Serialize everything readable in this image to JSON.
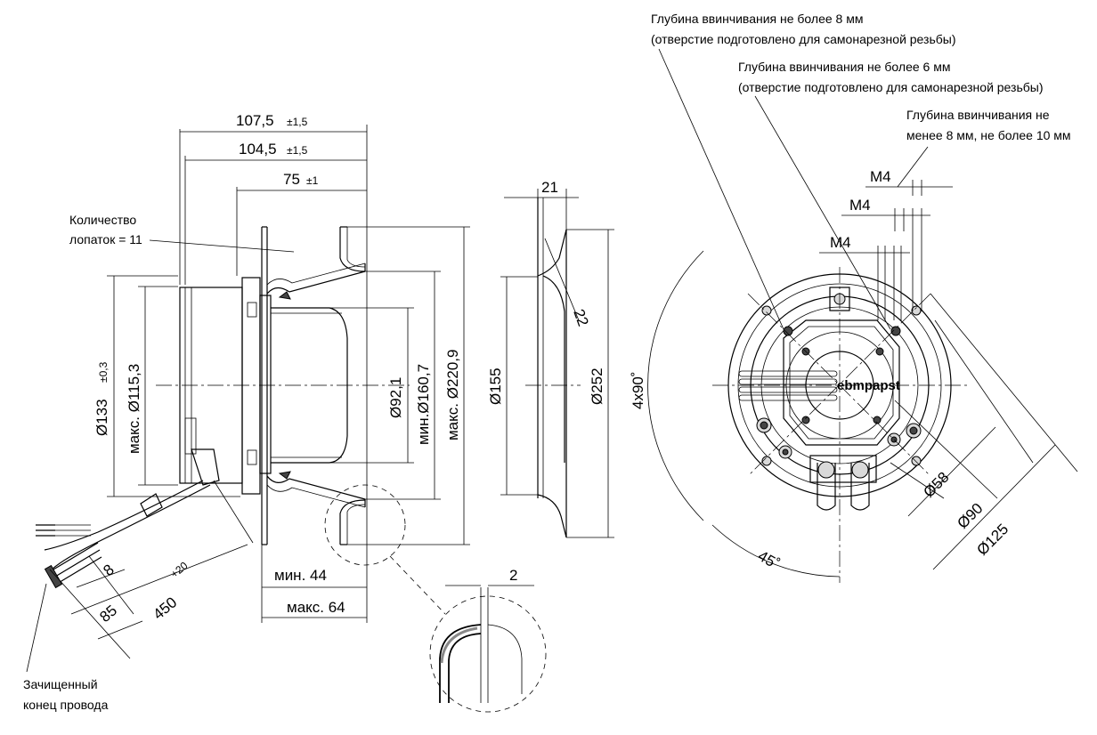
{
  "notes": {
    "depth_8_line1": "Глубина ввинчивания не более 8 мм",
    "depth_8_line2": "(отверстие  подготовлено для самонарезной резьбы)",
    "depth_6_line1": "Глубина ввинчивания не более 6 мм",
    "depth_6_line2": "(отверстие подготовлено для самонарезной резьбы)",
    "depth_10_line1": "Глубина ввинчивания не",
    "depth_10_line2": "менее 8 мм, не более 10 мм",
    "blades_line1": "Количество",
    "blades_line2": "лопаток = 11",
    "wire_line1": "Зачищенный",
    "wire_line2": "конец провода"
  },
  "side_view": {
    "len_1075": "107,5",
    "tol_1075": "±1,5",
    "len_1045": "104,5",
    "tol_1045": "±1,5",
    "len_75": "75",
    "tol_75": "±1",
    "dia_133": "Ø133",
    "tol_133": "±0,3",
    "dia_1153": "макс. Ø115,3",
    "dia_921": "Ø92,1",
    "dia_1607": "мин.Ø160,7",
    "dia_2209": "макс. Ø220,9",
    "min_44": "мин. 44",
    "max_64": "макс. 64",
    "cable_8": "8",
    "cable_85": "85",
    "cable_450": "450",
    "tol_450": "+20"
  },
  "ring_view": {
    "width_21": "21",
    "radius_22": "22",
    "dia_155": "Ø155",
    "dia_252": "Ø252"
  },
  "detail": {
    "thickness_2": "2"
  },
  "front_view": {
    "m4_a": "M4",
    "m4_b": "M4",
    "m4_c": "M4",
    "holes": "4x90˚",
    "angle_45": "45˚",
    "dia_58": "Ø58",
    "dia_90": "Ø90",
    "dia_125": "Ø125",
    "brand": "ebmpapst"
  }
}
